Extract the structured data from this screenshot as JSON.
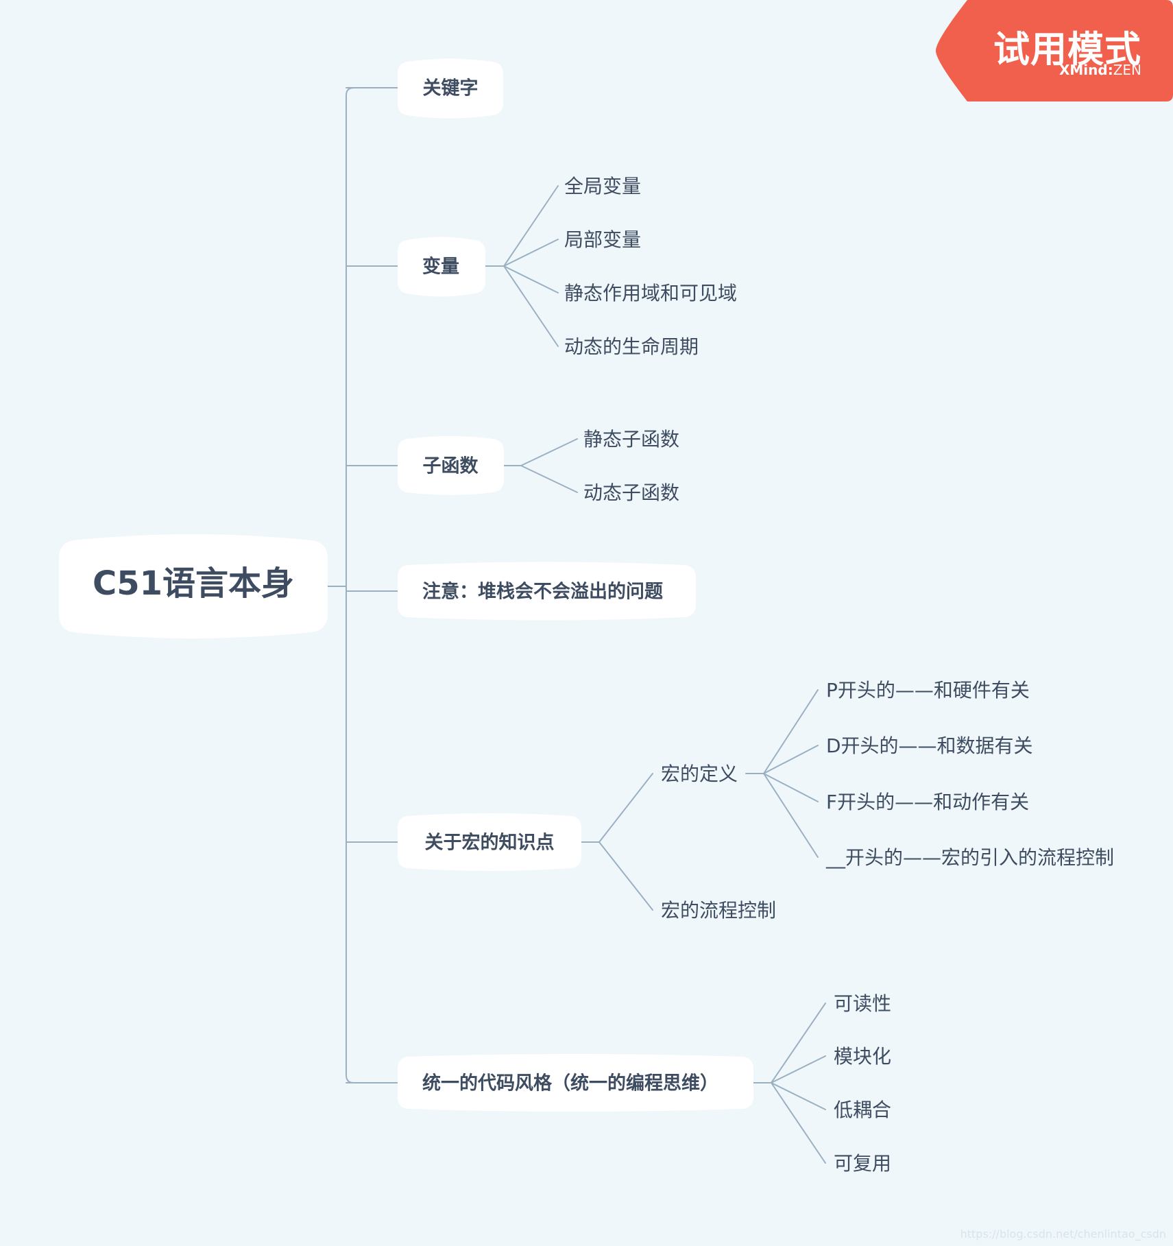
{
  "mind_map": {
    "root": "C51语言本身",
    "topics": [
      {
        "label": "关键字",
        "children": []
      },
      {
        "label": "变量",
        "children": [
          {
            "label": "全局变量"
          },
          {
            "label": "局部变量"
          },
          {
            "label": "静态作用域和可见域"
          },
          {
            "label": "动态的生命周期"
          }
        ]
      },
      {
        "label": "子函数",
        "children": [
          {
            "label": "静态子函数"
          },
          {
            "label": "动态子函数"
          }
        ]
      },
      {
        "label": "注意：堆栈会不会溢出的问题",
        "children": []
      },
      {
        "label": "关于宏的知识点",
        "children": [
          {
            "label": "宏的定义",
            "children": [
              {
                "label": "P开头的——和硬件有关"
              },
              {
                "label": "D开头的——和数据有关"
              },
              {
                "label": "F开头的——和动作有关"
              },
              {
                "label": "__开头的——宏的引入的流程控制"
              }
            ]
          },
          {
            "label": "宏的流程控制"
          }
        ]
      },
      {
        "label": "统一的代码风格（统一的编程思维）",
        "children": [
          {
            "label": "可读性"
          },
          {
            "label": "模块化"
          },
          {
            "label": "低耦合"
          },
          {
            "label": "可复用"
          }
        ]
      }
    ]
  },
  "trial_badge": {
    "title": "试用模式",
    "brand": "XMind",
    "edition": "ZEN",
    "color": "#f1604c"
  },
  "watermark": "https://blog.csdn.net/chenlintao_csdn"
}
